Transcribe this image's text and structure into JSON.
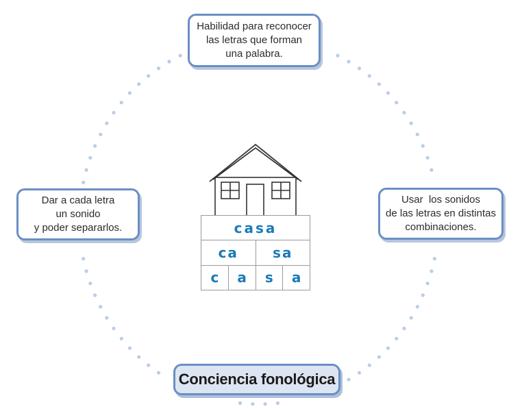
{
  "top_box": {
    "lines": [
      "Habilidad para reconocer",
      "las letras que forman",
      "una palabra."
    ]
  },
  "left_box": {
    "lines": [
      "Dar a cada letra",
      "un sonido",
      "y poder separarlos."
    ]
  },
  "right_box": {
    "lines": [
      "Usar  los sonidos",
      "de las letras en distintas",
      "combinaciones."
    ]
  },
  "title": "Conciencia fonológica",
  "word_table": {
    "word": "casa",
    "syllables": [
      "ca",
      "sa"
    ],
    "letters": [
      "c",
      "a",
      "s",
      "a"
    ]
  },
  "colors": {
    "accent": "#6a8fc3",
    "dot": "#b9cde6",
    "word": "#1a7ab8",
    "title_fill": "#dde5f3"
  },
  "icons": {
    "center": "house-icon"
  }
}
